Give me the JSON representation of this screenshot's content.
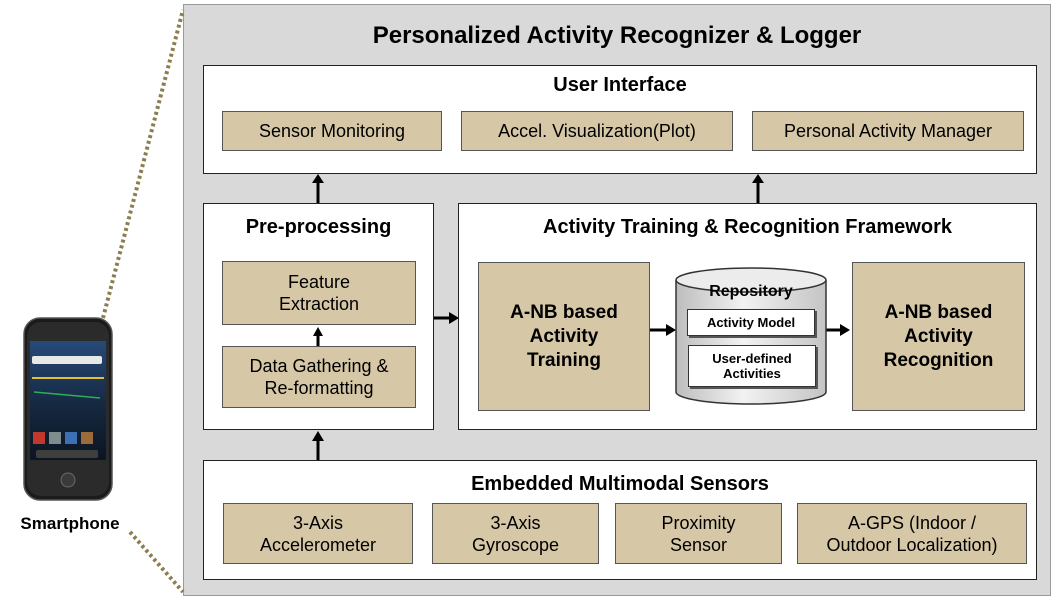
{
  "title": "Personalized Activity Recognizer & Logger",
  "device_label": "Smartphone",
  "user_interface": {
    "title": "User Interface",
    "items": [
      "Sensor Monitoring",
      "Accel. Visualization(Plot)",
      "Personal Activity Manager"
    ]
  },
  "preprocessing": {
    "title": "Pre-processing",
    "feature_extraction": "Feature\nExtraction",
    "data_gathering": "Data Gathering &\nRe-formatting"
  },
  "framework": {
    "title": "Activity  Training & Recognition Framework",
    "training": "A-NB based\nActivity\nTraining",
    "recognition": "A-NB based\nActivity\nRecognition",
    "repository": {
      "title": "Repository",
      "model": "Activity  Model",
      "activities": "User-defined\nActivities"
    }
  },
  "sensors": {
    "title": "Embedded Multimodal  Sensors",
    "items": [
      "3-Axis\nAccelerometer",
      "3-Axis\nGyroscope",
      "Proximity\nSensor",
      "A-GPS (Indoor /\nOutdoor Localization)"
    ]
  }
}
